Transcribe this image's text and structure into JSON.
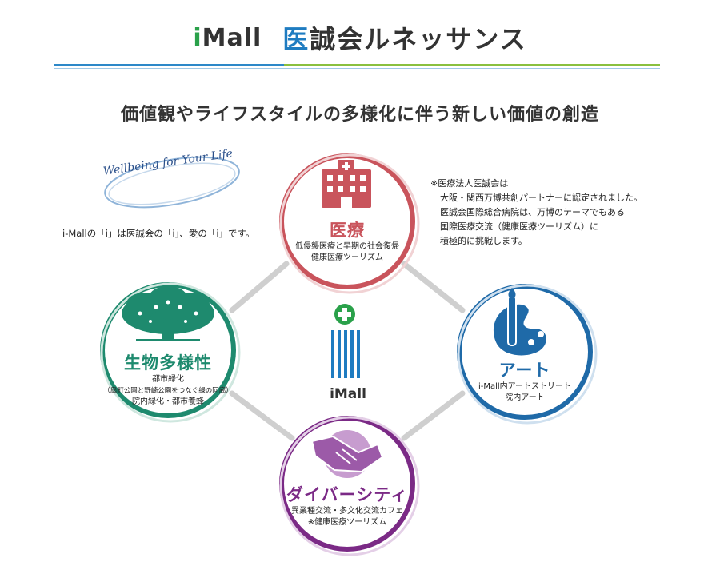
{
  "header": {
    "brand_i": "i",
    "brand_rest": "Mall",
    "title_first": "医",
    "title_rest": "誠会ルネッサンス"
  },
  "subtitle": "価値観やライフスタイルの多様化に伴う新しい価値の創造",
  "wellbeing_logo": "Wellbeing for Your Life",
  "imall_note": "i-Mallの「i」は医誠会の「i」、愛の「i」です。",
  "notes": [
    "※医療法人医誠会は",
    "大阪・関西万博共創パートナーに認定されました。",
    "医誠会国際総合病院は、万博のテーマでもある",
    "国際医療交流（健康医療ツーリズム）に",
    "積極的に挑戦します。"
  ],
  "circles": {
    "medical": {
      "title": "医療",
      "lines": [
        "低侵襲医療と早期の社会復帰",
        "健康医療ツーリズム"
      ],
      "color": "#c9545c"
    },
    "art": {
      "title": "アート",
      "lines": [
        "i-Mall内アートストリート",
        "院内アート"
      ],
      "color": "#1f6aa8"
    },
    "bio": {
      "title": "生物多様性",
      "lines": [
        "都市緑化",
        "（扇町公園と野崎公園をつなぐ緑の回廊）",
        "院内緑化・都市養蜂"
      ],
      "color": "#1e8a6e"
    },
    "diversity": {
      "title": "ダイバーシティ",
      "lines": [
        "異業種交流・多文化交流カフェ",
        "※健康医療ツーリズム"
      ],
      "color": "#7b2a86"
    }
  },
  "center_logo": "iMall",
  "colors": {
    "accent_green": "#2aa14a",
    "accent_blue": "#1f7cc1",
    "connector": "#cfcfcf"
  }
}
